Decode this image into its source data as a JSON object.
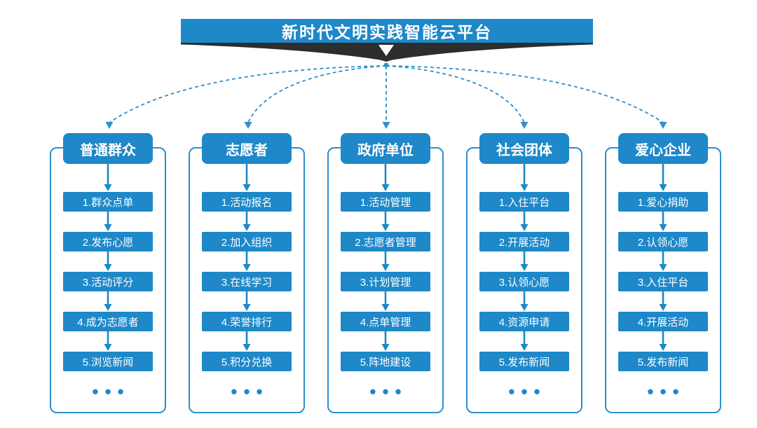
{
  "title": "新时代文明实践智能云平台",
  "ellipsis": "•••",
  "colors": {
    "primary_blue": "#1e88c8",
    "dashed_connector": "#2e8fce",
    "ribbon_dark": "#2d2d2d",
    "text_on_blue": "#ffffff",
    "background": "#ffffff"
  },
  "columns": [
    {
      "title": "普通群众",
      "steps": [
        "1.群众点单",
        "2.发布心愿",
        "3.活动评分",
        "4.成为志愿者",
        "5.浏览新闻"
      ]
    },
    {
      "title": "志愿者",
      "steps": [
        "1.活动报名",
        "2.加入组织",
        "3.在线学习",
        "4.荣誉排行",
        "5.积分兑换"
      ]
    },
    {
      "title": "政府单位",
      "steps": [
        "1.活动管理",
        "2.志愿者管理",
        "3.计划管理",
        "4.点单管理",
        "5.阵地建设"
      ]
    },
    {
      "title": "社会团体",
      "steps": [
        "1.入住平台",
        "2.开展活动",
        "3.认领心愿",
        "4.资源申请",
        "5.发布新闻"
      ]
    },
    {
      "title": "爱心企业",
      "steps": [
        "1.爱心捐助",
        "2.认领心愿",
        "3.入住平台",
        "4.开展活动",
        "5.发布新闻"
      ]
    }
  ]
}
